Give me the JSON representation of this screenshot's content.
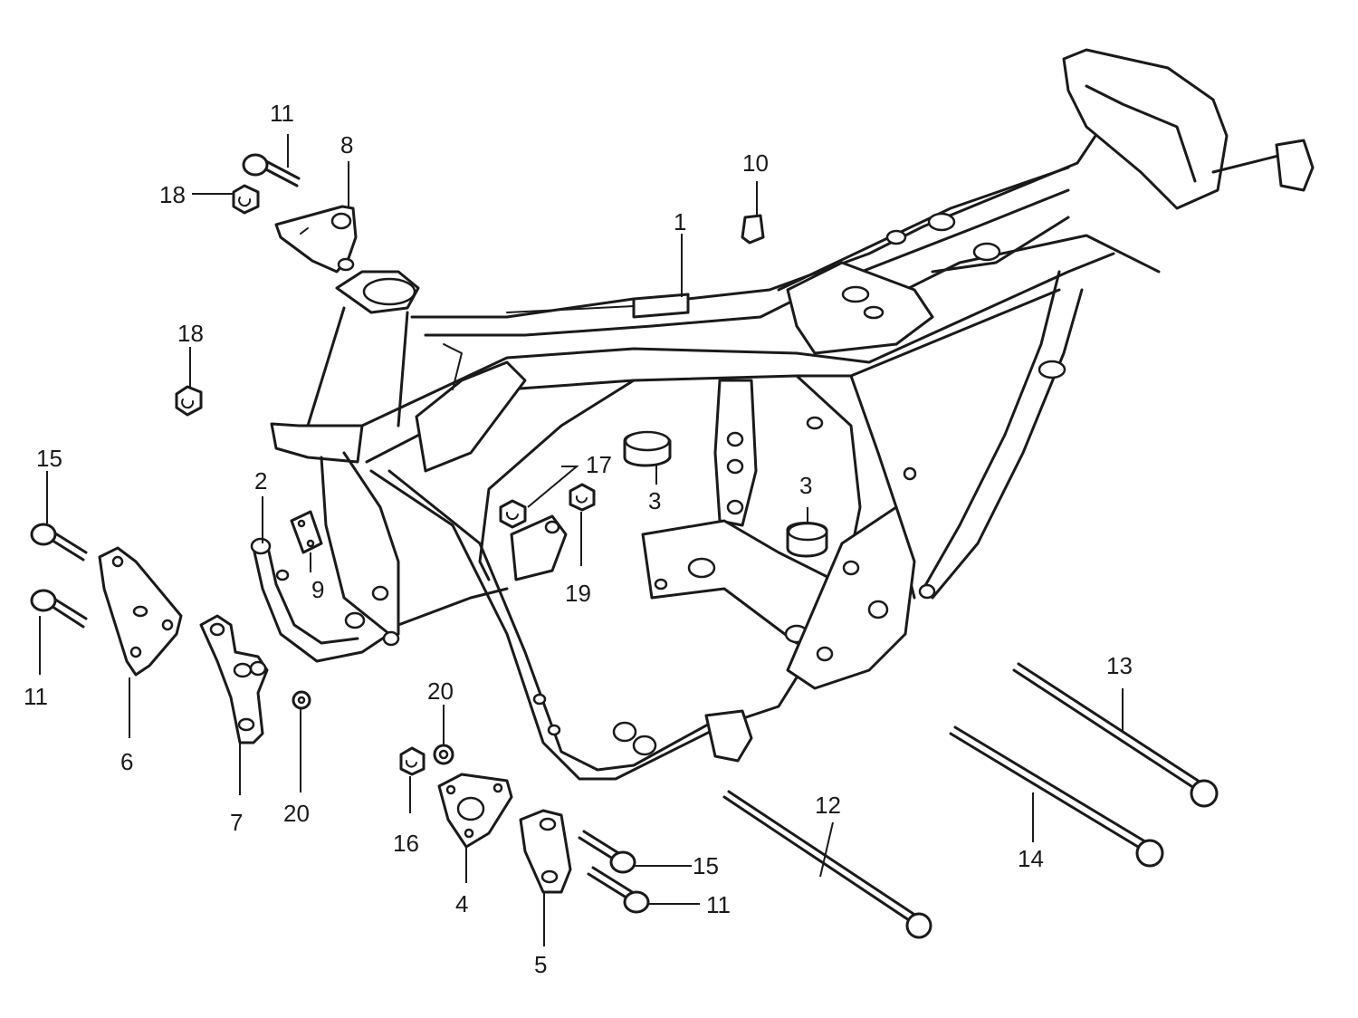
{
  "labels": [
    {
      "id": "1",
      "text": "1"
    },
    {
      "id": "2",
      "text": "2"
    },
    {
      "id": "3a",
      "text": "3"
    },
    {
      "id": "3b",
      "text": "3"
    },
    {
      "id": "4",
      "text": "4"
    },
    {
      "id": "5",
      "text": "5"
    },
    {
      "id": "6",
      "text": "6"
    },
    {
      "id": "7",
      "text": "7"
    },
    {
      "id": "8",
      "text": "8"
    },
    {
      "id": "9",
      "text": "9"
    },
    {
      "id": "10",
      "text": "10"
    },
    {
      "id": "11a",
      "text": "11"
    },
    {
      "id": "11b",
      "text": "11"
    },
    {
      "id": "11c",
      "text": "11"
    },
    {
      "id": "12",
      "text": "12"
    },
    {
      "id": "13",
      "text": "13"
    },
    {
      "id": "14",
      "text": "14"
    },
    {
      "id": "15a",
      "text": "15"
    },
    {
      "id": "15b",
      "text": "15"
    },
    {
      "id": "16",
      "text": "16"
    },
    {
      "id": "17",
      "text": "17"
    },
    {
      "id": "18a",
      "text": "18"
    },
    {
      "id": "18b",
      "text": "18"
    },
    {
      "id": "19",
      "text": "19"
    },
    {
      "id": "20a",
      "text": "20"
    },
    {
      "id": "20b",
      "text": "20"
    }
  ]
}
